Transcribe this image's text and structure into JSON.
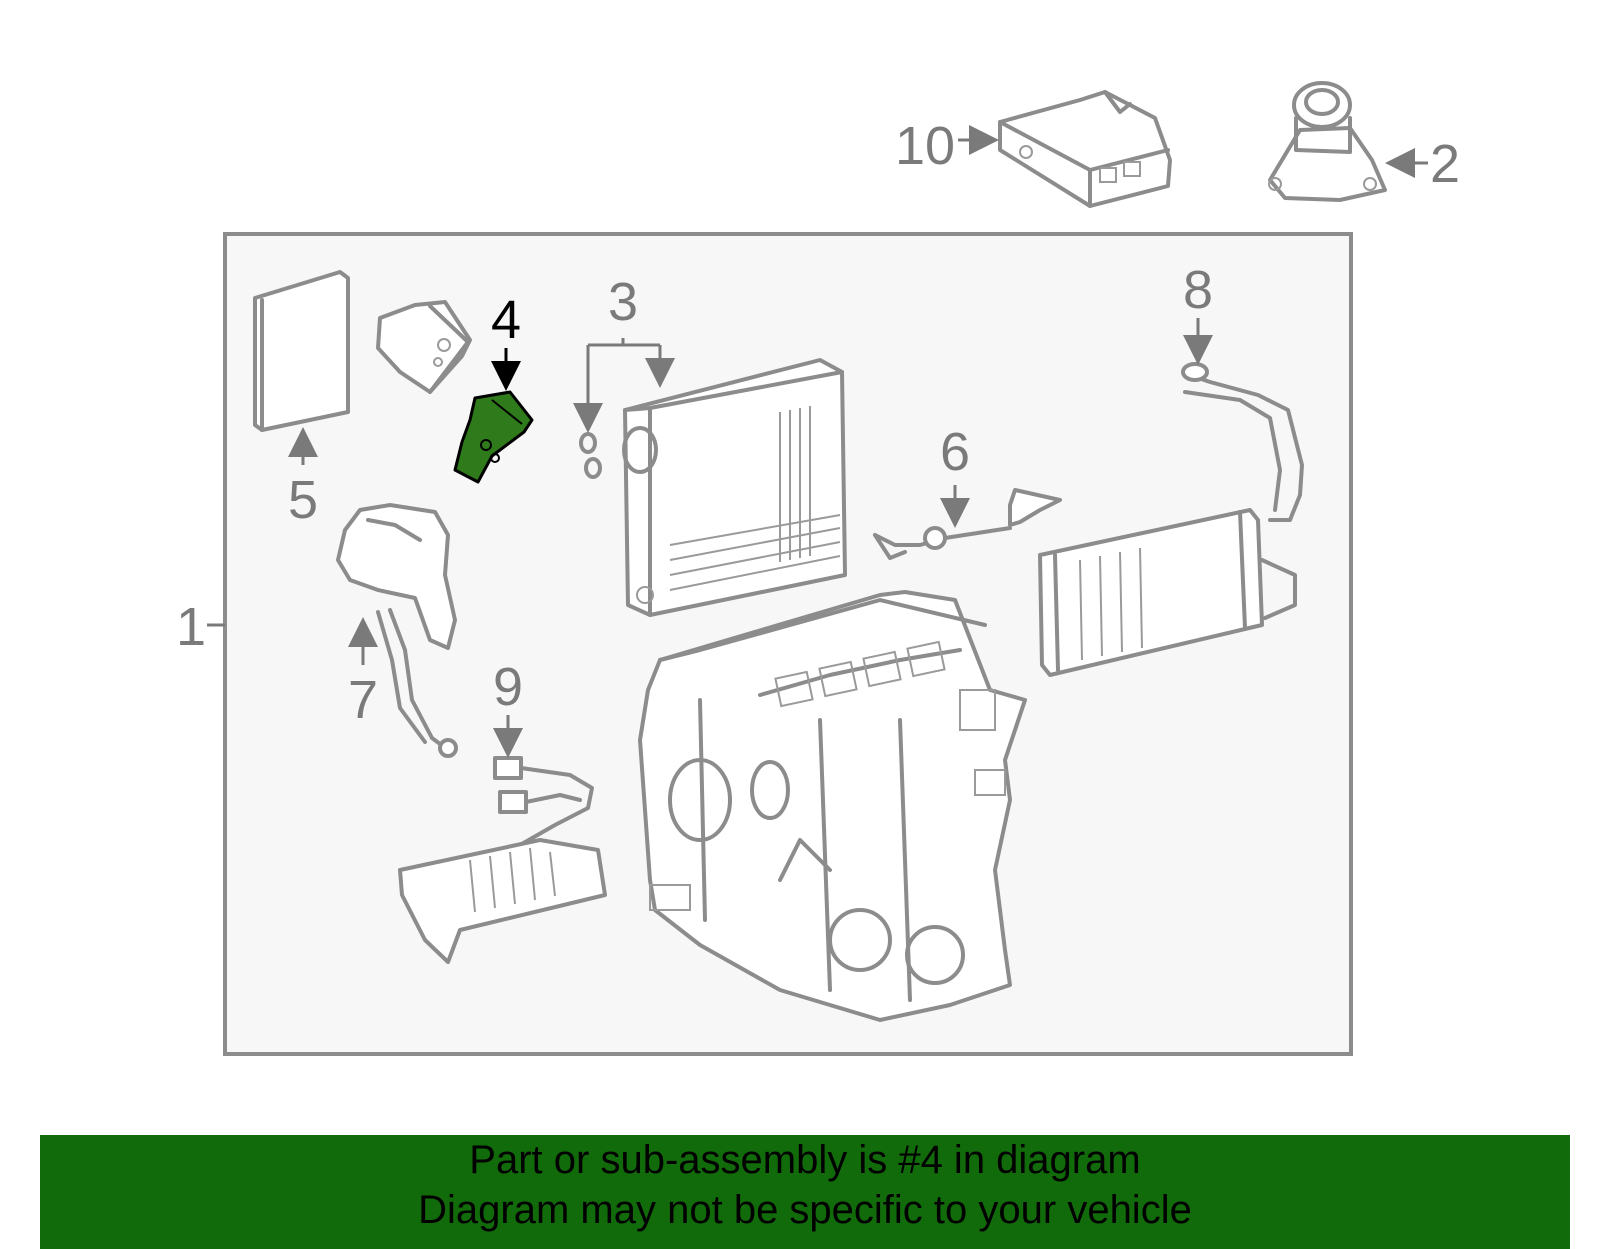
{
  "labels": {
    "l1": "1",
    "l2": "2",
    "l3": "3",
    "l4": "4",
    "l5": "5",
    "l6": "6",
    "l7": "7",
    "l8": "8",
    "l9": "9",
    "l10": "10"
  },
  "highlight": {
    "part_number": "4",
    "color": "#2f7a1a"
  },
  "banner": {
    "line1": "Part or sub-assembly is #4 in diagram",
    "line2": "Diagram may not be specific to your vehicle",
    "background": "#126b0a"
  }
}
